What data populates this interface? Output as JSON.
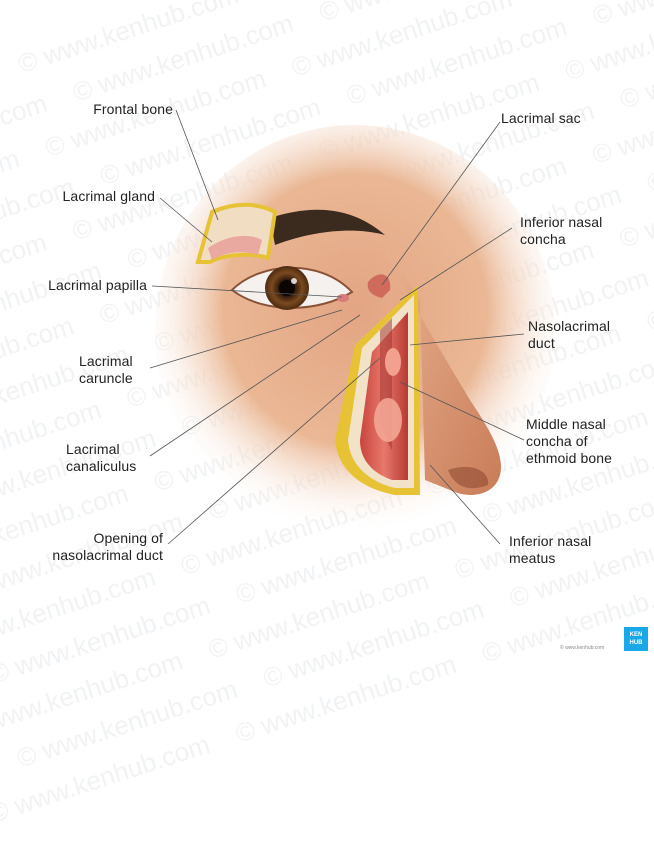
{
  "labels": {
    "frontal_bone": "Frontal bone",
    "lacrimal_gland": "Lacrimal gland",
    "lacrimal_papilla": "Lacrimal papilla",
    "lacrimal_caruncle": "Lacrimal\ncaruncle",
    "lacrimal_canaliculus": "Lacrimal\ncanaliculus",
    "opening_of_nasolacrimal_duct": "Opening of\nnasolacrimal duct",
    "lacrimal_sac": "Lacrimal sac",
    "inferior_nasal_concha": "Inferior nasal\nconcha",
    "nasolacrimal_duct": "Nasolacrimal\nduct",
    "middle_nasal_concha": "Middle nasal\nconcha of\nethmoid bone",
    "inferior_nasal_meatus": "Inferior nasal\nmeatus"
  },
  "watermark": "© www.kenhub.com",
  "branding": {
    "logo": "KEN\nHUB",
    "copyright": "© www.kenhub.com"
  },
  "colors": {
    "skin": "#e8b08e",
    "bone": "#f2e2c8",
    "mucosa": "#d9574c",
    "fat": "#e6c234"
  }
}
